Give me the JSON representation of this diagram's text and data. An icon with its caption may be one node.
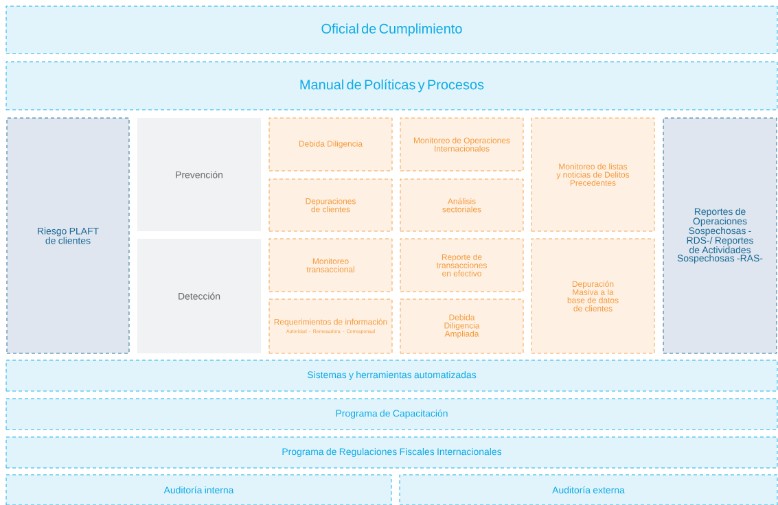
{
  "diagram": {
    "nodes": [
      {
        "text": [
          "Oficial de Cumplimiento"
        ]
      },
      {
        "text": [
          "Manual de Políticas y Procesos"
        ]
      },
      {
        "text": [
          "Riesgo PLAFT de clientes"
        ]
      },
      {
        "text": [
          "Prevención"
        ]
      },
      {
        "text": [
          "Debida Diligencia"
        ]
      },
      {
        "text": [
          "Monitoreo de Operaciones Internacionales"
        ]
      },
      {
        "text": [
          "Monitoreo de listas y noticias de Delitos Precedentes"
        ]
      },
      {
        "text": [
          "Reportes de Operaciones Sospechosas -RDS-/ Reportes de Actividades Sospechosas -RAS-"
        ]
      },
      {
        "text": [
          "Depuraciones de clientes"
        ]
      },
      {
        "text": [
          "Análisis sectoriales"
        ]
      },
      {
        "text": [
          "Detección"
        ]
      },
      {
        "text": [
          "Monitoreo transaccional"
        ]
      },
      {
        "text": [
          "Reporte de transacciones en efectivo"
        ]
      },
      {
        "text": [
          "Depuración Masiva a la base de datos de clientes"
        ]
      },
      {
        "text": [
          "Requerimientos de información",
          "Autoridad - Remesadora - Corresponsal"
        ]
      },
      {
        "text": [
          "Debida Diligencia Ampliada"
        ]
      },
      {
        "text": [
          "Sistemas y herramientas automatizadas"
        ]
      },
      {
        "text": [
          "Programa de Capacitación"
        ]
      },
      {
        "text": [
          "Programa de Regulaciones Fiscales Internacionales"
        ]
      },
      {
        "text": [
          "Auditoría interna"
        ]
      },
      {
        "text": [
          "Auditoría externa"
        ]
      }
    ]
  }
}
